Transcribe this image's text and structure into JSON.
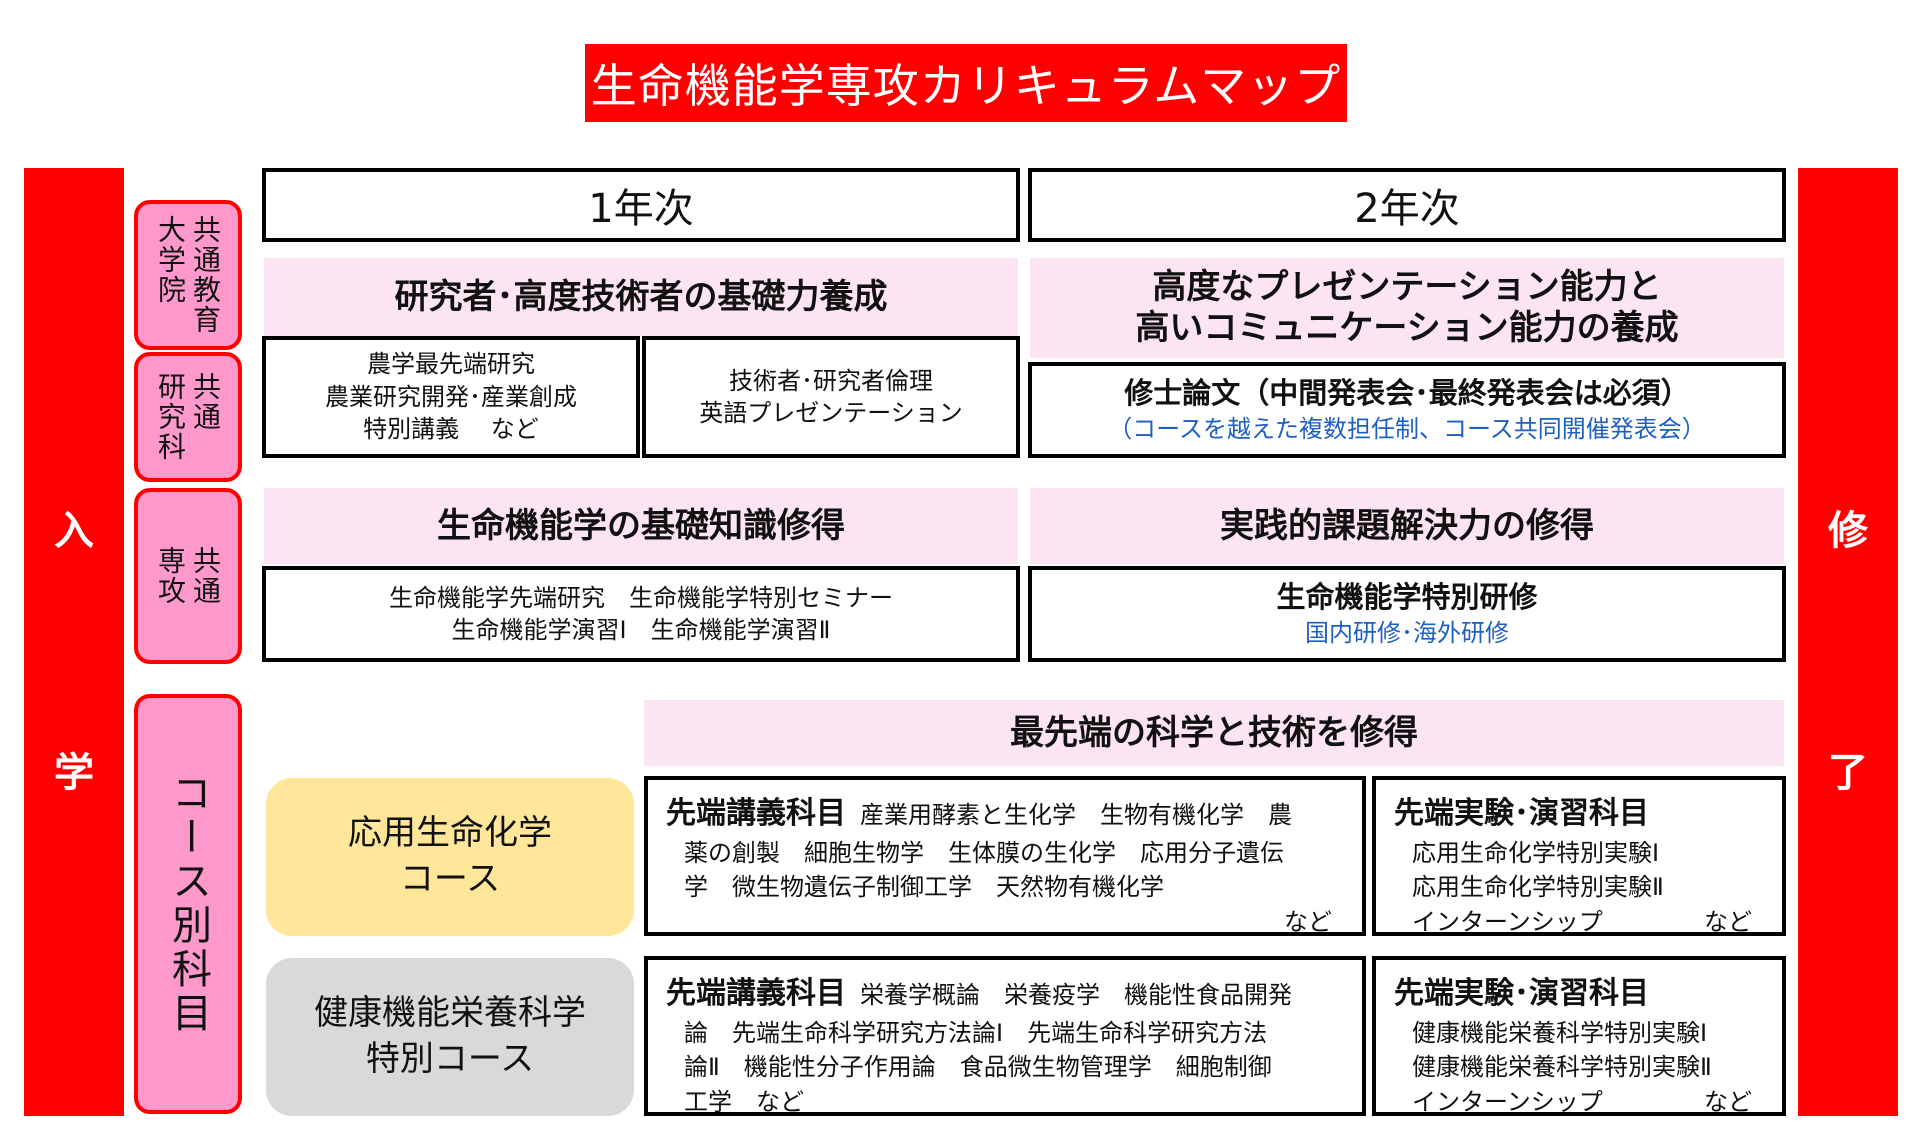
{
  "title": "生命機能学専攻カリキュラムマップ",
  "side": {
    "left_top": "入",
    "left_bottom": "学",
    "right_top": "修",
    "right_bottom": "了"
  },
  "row_labels": {
    "row1": "共通\n大学院\n教育",
    "row1_a": "共通教育",
    "row1_b": "大学院",
    "row2_a": "共通",
    "row2_b": "研究科",
    "row3_a": "共通",
    "row3_b": "専攻",
    "row4": "コース別科目"
  },
  "years": {
    "y1": "1年次",
    "y2": "2年次"
  },
  "row1": {
    "band1": "研究者･高度技術者の基礎力養成",
    "band2_line1": "高度なプレゼンテーション能力と",
    "band2_line2": "高いコミュニケーション能力の養成"
  },
  "row2": {
    "box1": [
      "農学最先端研究",
      "農業研究開発･産業創成",
      "特別講義　 など"
    ],
    "box2": [
      "技術者･研究者倫理",
      "英語プレゼンテーション"
    ],
    "box3_head": "修士論文（中間発表会･最終発表会は必須）",
    "box3_sub": "（コースを越えた複数担任制、コース共同開催発表会）"
  },
  "row3": {
    "band1": "生命機能学の基礎知識修得",
    "band2": "実践的課題解決力の修得",
    "box1_line1": "生命機能学先端研究　生命機能学特別セミナー",
    "box1_line2": "生命機能学演習Ⅰ　生命機能学演習Ⅱ",
    "box2_head": "生命機能学特別研修",
    "box2_sub": "国内研修･海外研修"
  },
  "row4": {
    "band": "最先端の科学と技術を修得",
    "course1": {
      "line1": "応用生命化学",
      "line2": "コース"
    },
    "course2": {
      "line1": "健康機能栄養科学",
      "line2": "特別コース"
    },
    "lecture_cat": "先端講義科目",
    "lab_cat": "先端実験･演習科目",
    "course1_lectures_line1": "産業用酵素と生化学　生物有機化学　農",
    "course1_lectures_line2": "薬の創製　細胞生物学　生体膜の生化学　応用分子遺伝",
    "course1_lectures_line3": "学　微生物遺伝子制御工学　天然物有機化学",
    "course1_lectures_etc": "など",
    "course1_labs": [
      "応用生命化学特別実験Ⅰ",
      "応用生命化学特別実験Ⅱ"
    ],
    "course1_labs_last": "インターンシップ",
    "course2_lectures_line1": "栄養学概論　栄養疫学　機能性食品開発",
    "course2_lectures_line2": "論　先端生命科学研究方法論Ⅰ　先端生命科学研究方法",
    "course2_lectures_line3": "論Ⅱ　機能性分子作用論　食品微生物管理学　細胞制御",
    "course2_lectures_line4": "工学　など",
    "course2_labs": [
      "健康機能栄養科学特別実験Ⅰ",
      "健康機能栄養科学特別実験Ⅱ"
    ],
    "course2_labs_last": "インターンシップ",
    "labs_etc": "など"
  },
  "colors": {
    "red": "#ff0000",
    "pink_label": "#ff99cc",
    "pink_band": "#fde4f2",
    "course_yellow": "#ffe699",
    "course_gray": "#d9d9d9",
    "blue_text": "#1f5fbf"
  }
}
